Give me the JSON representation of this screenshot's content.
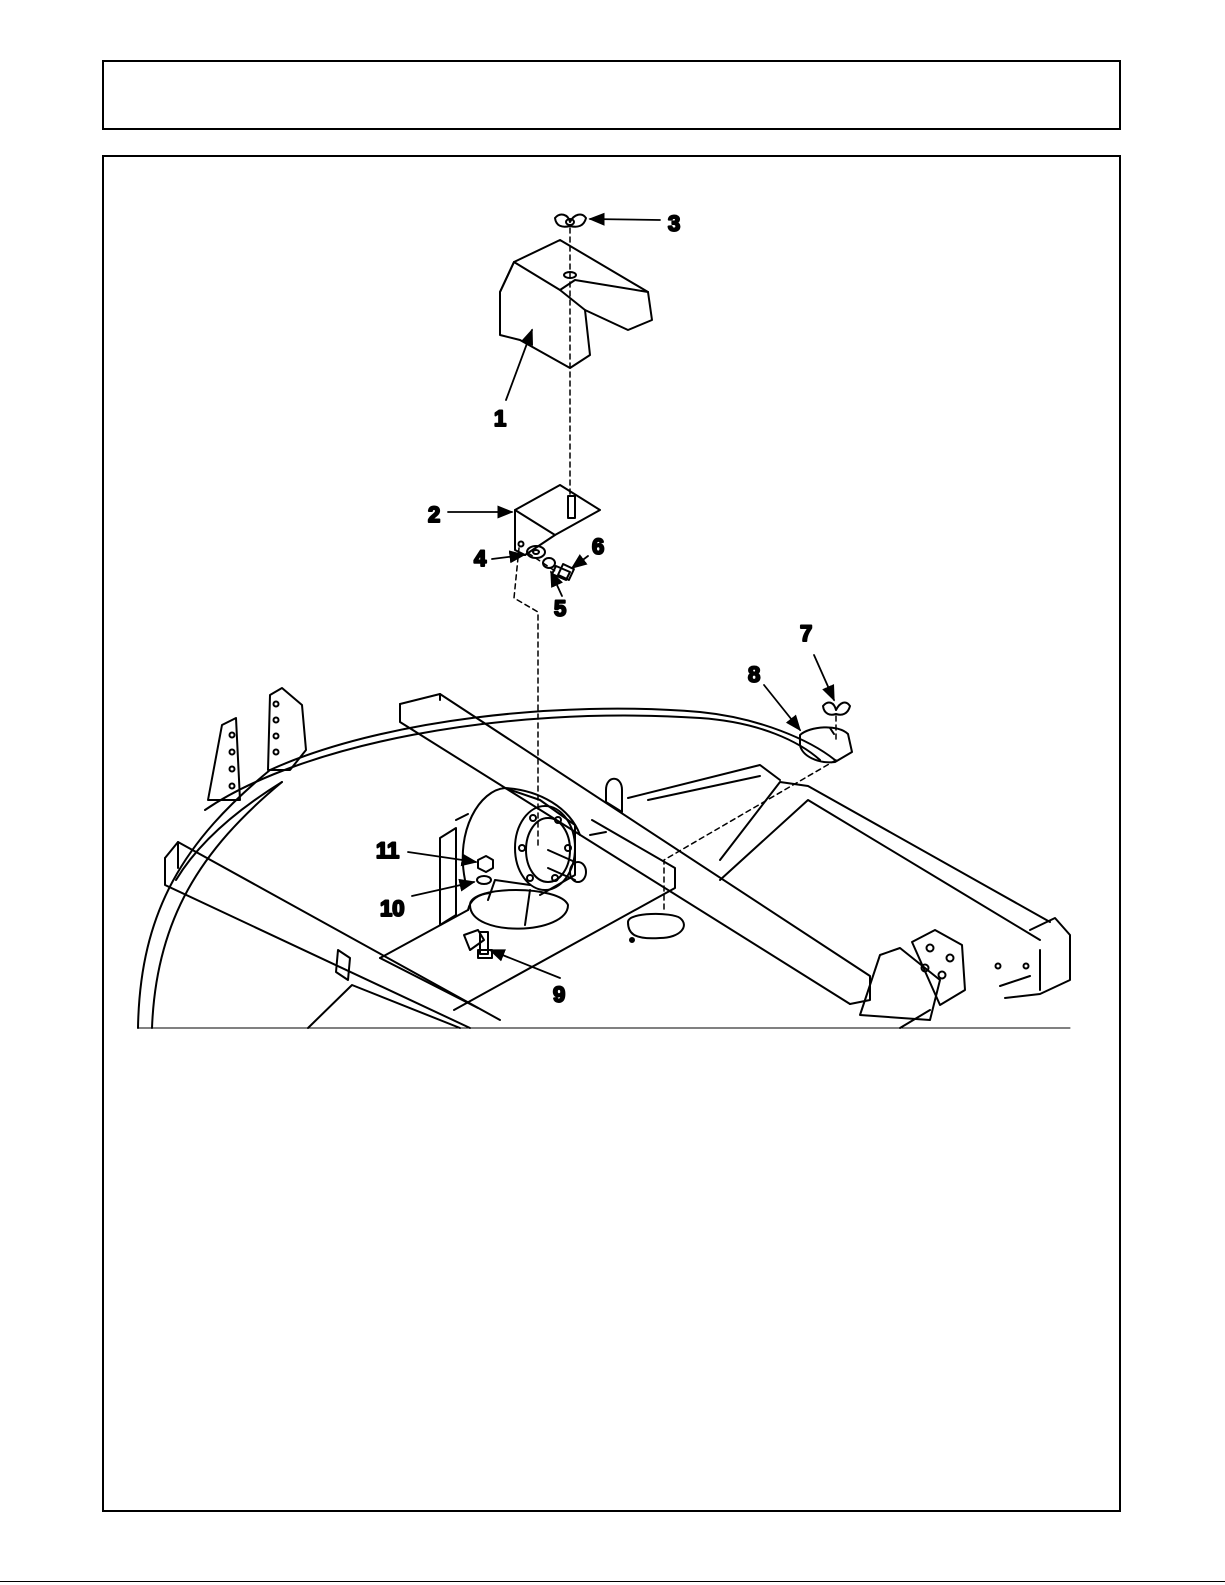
{
  "header": {
    "title": ""
  },
  "diagram": {
    "callouts": [
      {
        "id": "1",
        "label": "1",
        "part": "shield-cover"
      },
      {
        "id": "2",
        "label": "2",
        "part": "shield-bracket"
      },
      {
        "id": "3",
        "label": "3",
        "part": "wing-nut"
      },
      {
        "id": "4",
        "label": "4",
        "part": "flat-washer"
      },
      {
        "id": "5",
        "label": "5",
        "part": "lock-washer"
      },
      {
        "id": "6",
        "label": "6",
        "part": "cap-screw"
      },
      {
        "id": "7",
        "label": "7",
        "part": "wing-nut"
      },
      {
        "id": "8",
        "label": "8",
        "part": "cover-plate"
      },
      {
        "id": "9",
        "label": "9",
        "part": "cap-screw"
      },
      {
        "id": "10",
        "label": "10",
        "part": "lock-washer"
      },
      {
        "id": "11",
        "label": "11",
        "part": "hex-nut"
      }
    ],
    "colors": {
      "line": "#000000",
      "paper": "#ffffff"
    }
  }
}
